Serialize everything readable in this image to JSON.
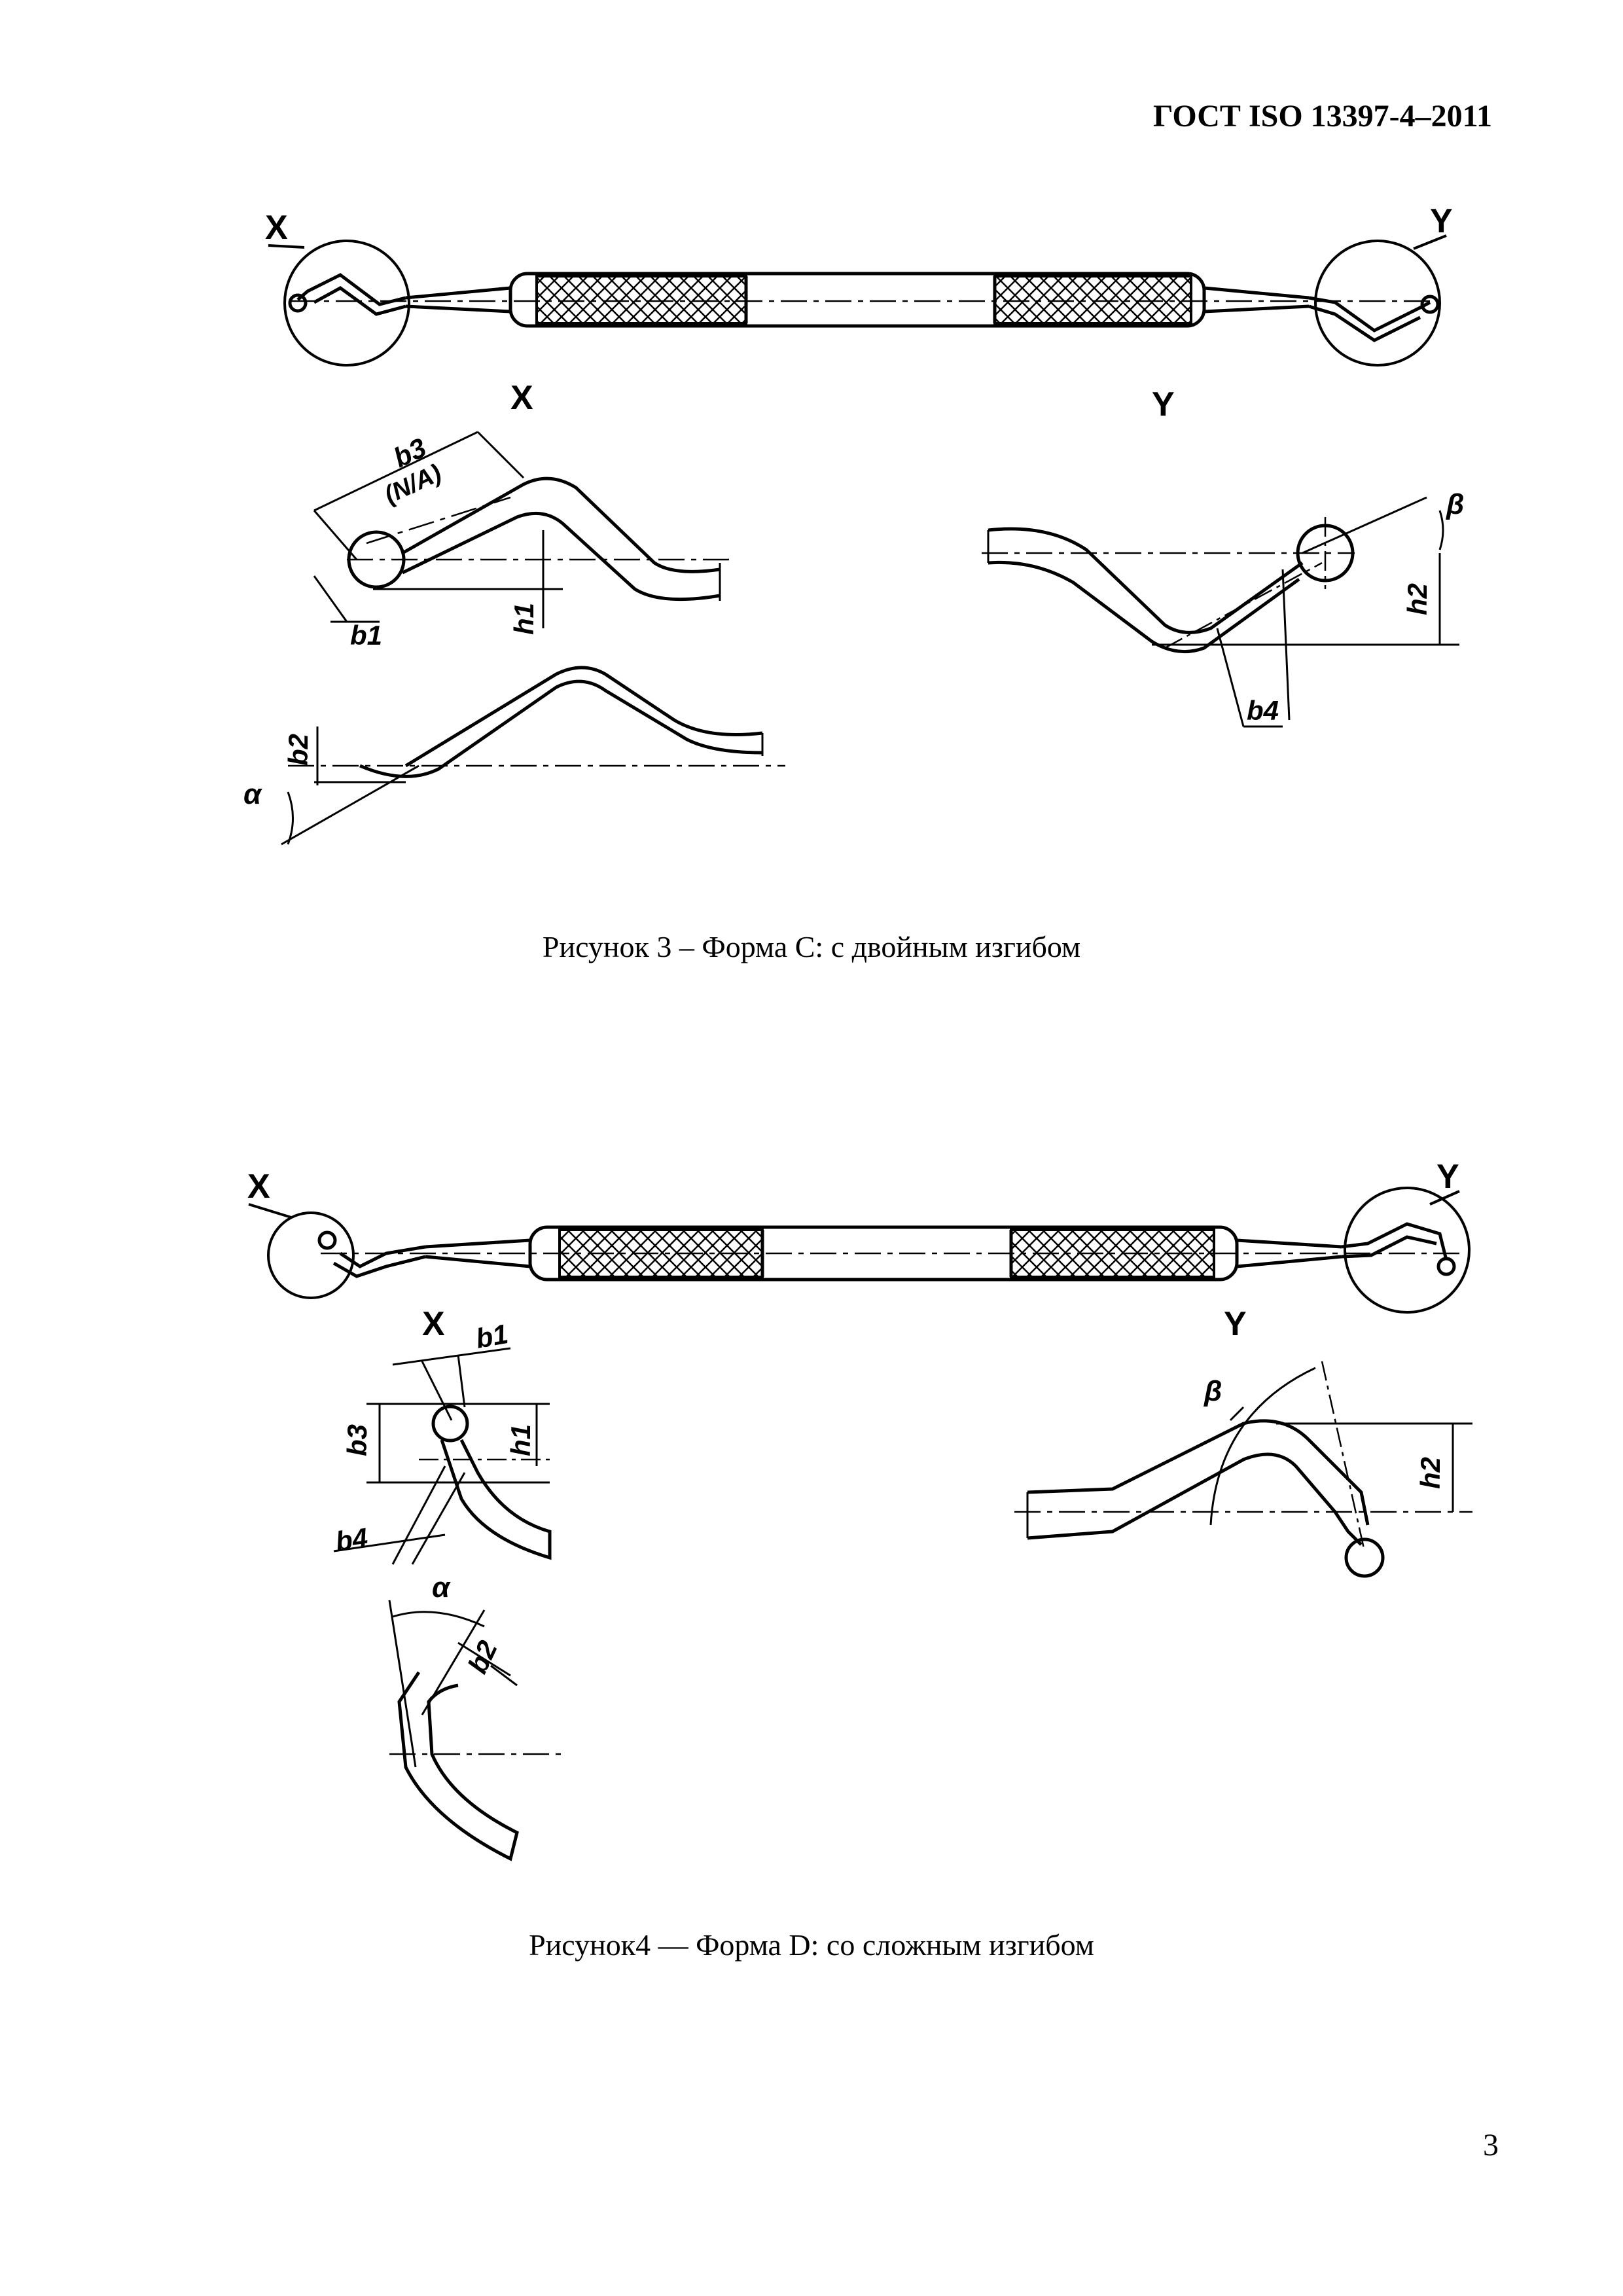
{
  "header": {
    "standard": "ГОСТ ISO 13397-4–2011"
  },
  "figure3": {
    "caption": "Рисунок 3 – Форма С: с двойным изгибом",
    "labels": {
      "x_marker": "X",
      "y_marker": "Y",
      "x_detail": "X",
      "y_detail": "Y",
      "b3": "b3",
      "na": "(N/A)",
      "b1": "b1",
      "h1": "h1",
      "b2": "b2",
      "alpha": "α",
      "beta": "β",
      "h2": "h2",
      "b4": "b4"
    }
  },
  "figure4": {
    "caption": "Рисунок4 — Форма D: со сложным изгибом",
    "labels": {
      "x_marker": "X",
      "y_marker": "Y",
      "x_detail": "X",
      "y_detail": "Y",
      "b1": "b1",
      "b3": "b3",
      "h1": "h1",
      "b4": "b4",
      "alpha": "α",
      "b2": "b2",
      "beta": "β",
      "h2": "h2"
    }
  },
  "page_number": "3"
}
